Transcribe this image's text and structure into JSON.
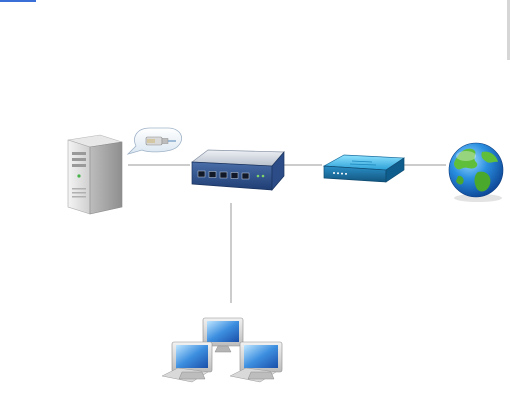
{
  "colors": {
    "accent": "#3a6fd8",
    "connection_line": "#9a9a9a"
  },
  "diagram": {
    "nodes": [
      {
        "id": "server",
        "icon": "server-tower-icon"
      },
      {
        "id": "switch",
        "icon": "network-switch-icon"
      },
      {
        "id": "modem",
        "icon": "modem-icon"
      },
      {
        "id": "internet",
        "icon": "globe-icon"
      },
      {
        "id": "workstations",
        "icon": "computer-group-icon"
      }
    ],
    "connections": [
      {
        "from": "server",
        "to": "switch"
      },
      {
        "from": "switch",
        "to": "modem"
      },
      {
        "from": "modem",
        "to": "internet"
      },
      {
        "from": "switch",
        "to": "workstations"
      }
    ],
    "callout": {
      "attached_to": "server",
      "icon": "ethernet-plug-icon"
    }
  }
}
